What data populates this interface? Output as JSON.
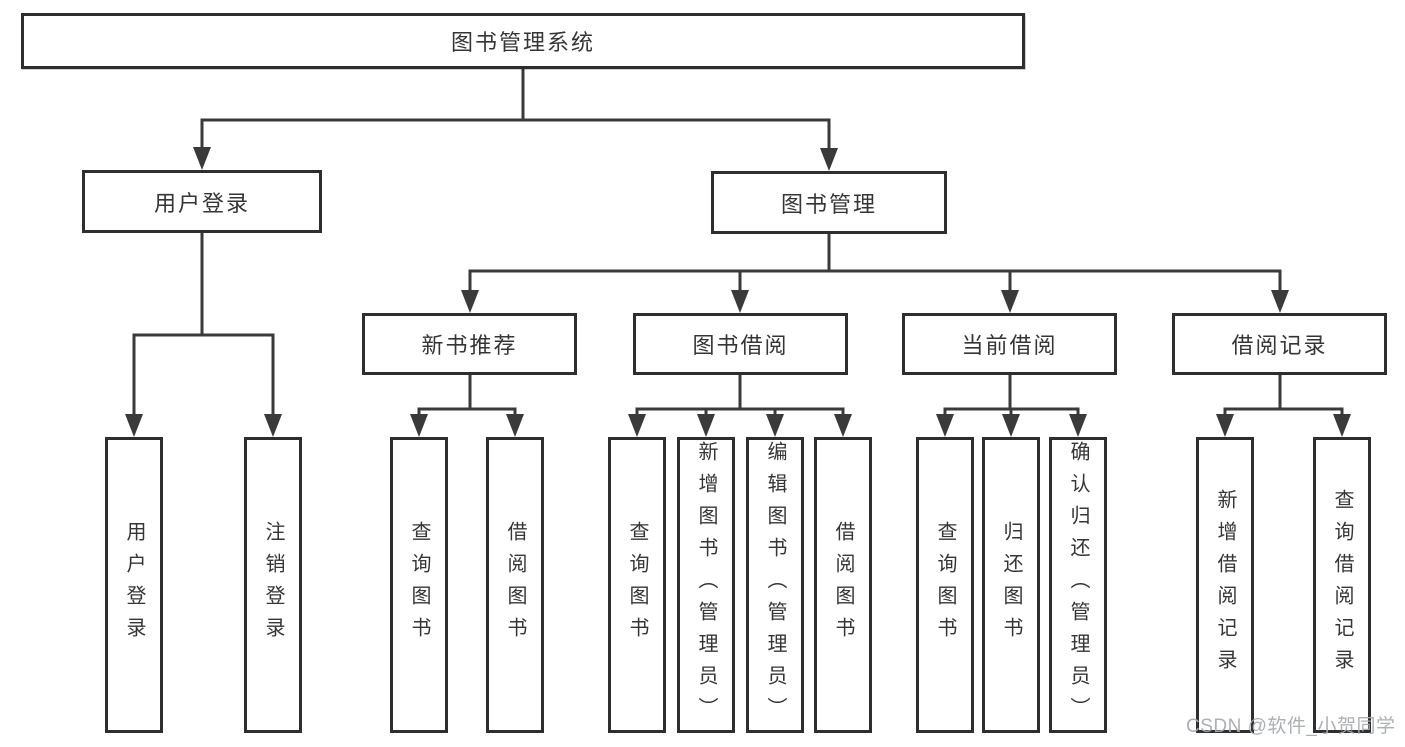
{
  "title": {
    "label": "图书管理系统"
  },
  "level2": {
    "user_login": {
      "label": "用户登录"
    },
    "book_management": {
      "label": "图书管理"
    }
  },
  "level3": {
    "new_book_recommend": {
      "label": "新书推荐"
    },
    "book_borrow": {
      "label": "图书借阅"
    },
    "current_borrow": {
      "label": "当前借阅"
    },
    "borrow_records": {
      "label": "借阅记录"
    }
  },
  "leaves": {
    "user_login_leaf": {
      "label": "用户登录"
    },
    "logout_leaf": {
      "label": "注销登录"
    },
    "nb_query_books": {
      "label": "查询图书"
    },
    "nb_borrow_books": {
      "label": "借阅图书"
    },
    "bb_query_books": {
      "label": "查询图书"
    },
    "bb_add_books": {
      "label": "新增图书（管理员）"
    },
    "bb_edit_books": {
      "label": "编辑图书（管理员）"
    },
    "bb_borrow_books": {
      "label": "借阅图书"
    },
    "cb_query_books": {
      "label": "查询图书"
    },
    "cb_return_books": {
      "label": "归还图书"
    },
    "cb_confirm_return": {
      "label": "确认归还（管理员）"
    },
    "br_add_record": {
      "label": "新增借阅记录"
    },
    "br_query_record": {
      "label": "查询借阅记录"
    }
  },
  "watermark": {
    "text": "CSDN @软件_小贺同学"
  },
  "colors": {
    "line": "#3a3a3a",
    "border": "#2e2e2e",
    "text": "#353535",
    "watermark": "#a8abb0"
  }
}
